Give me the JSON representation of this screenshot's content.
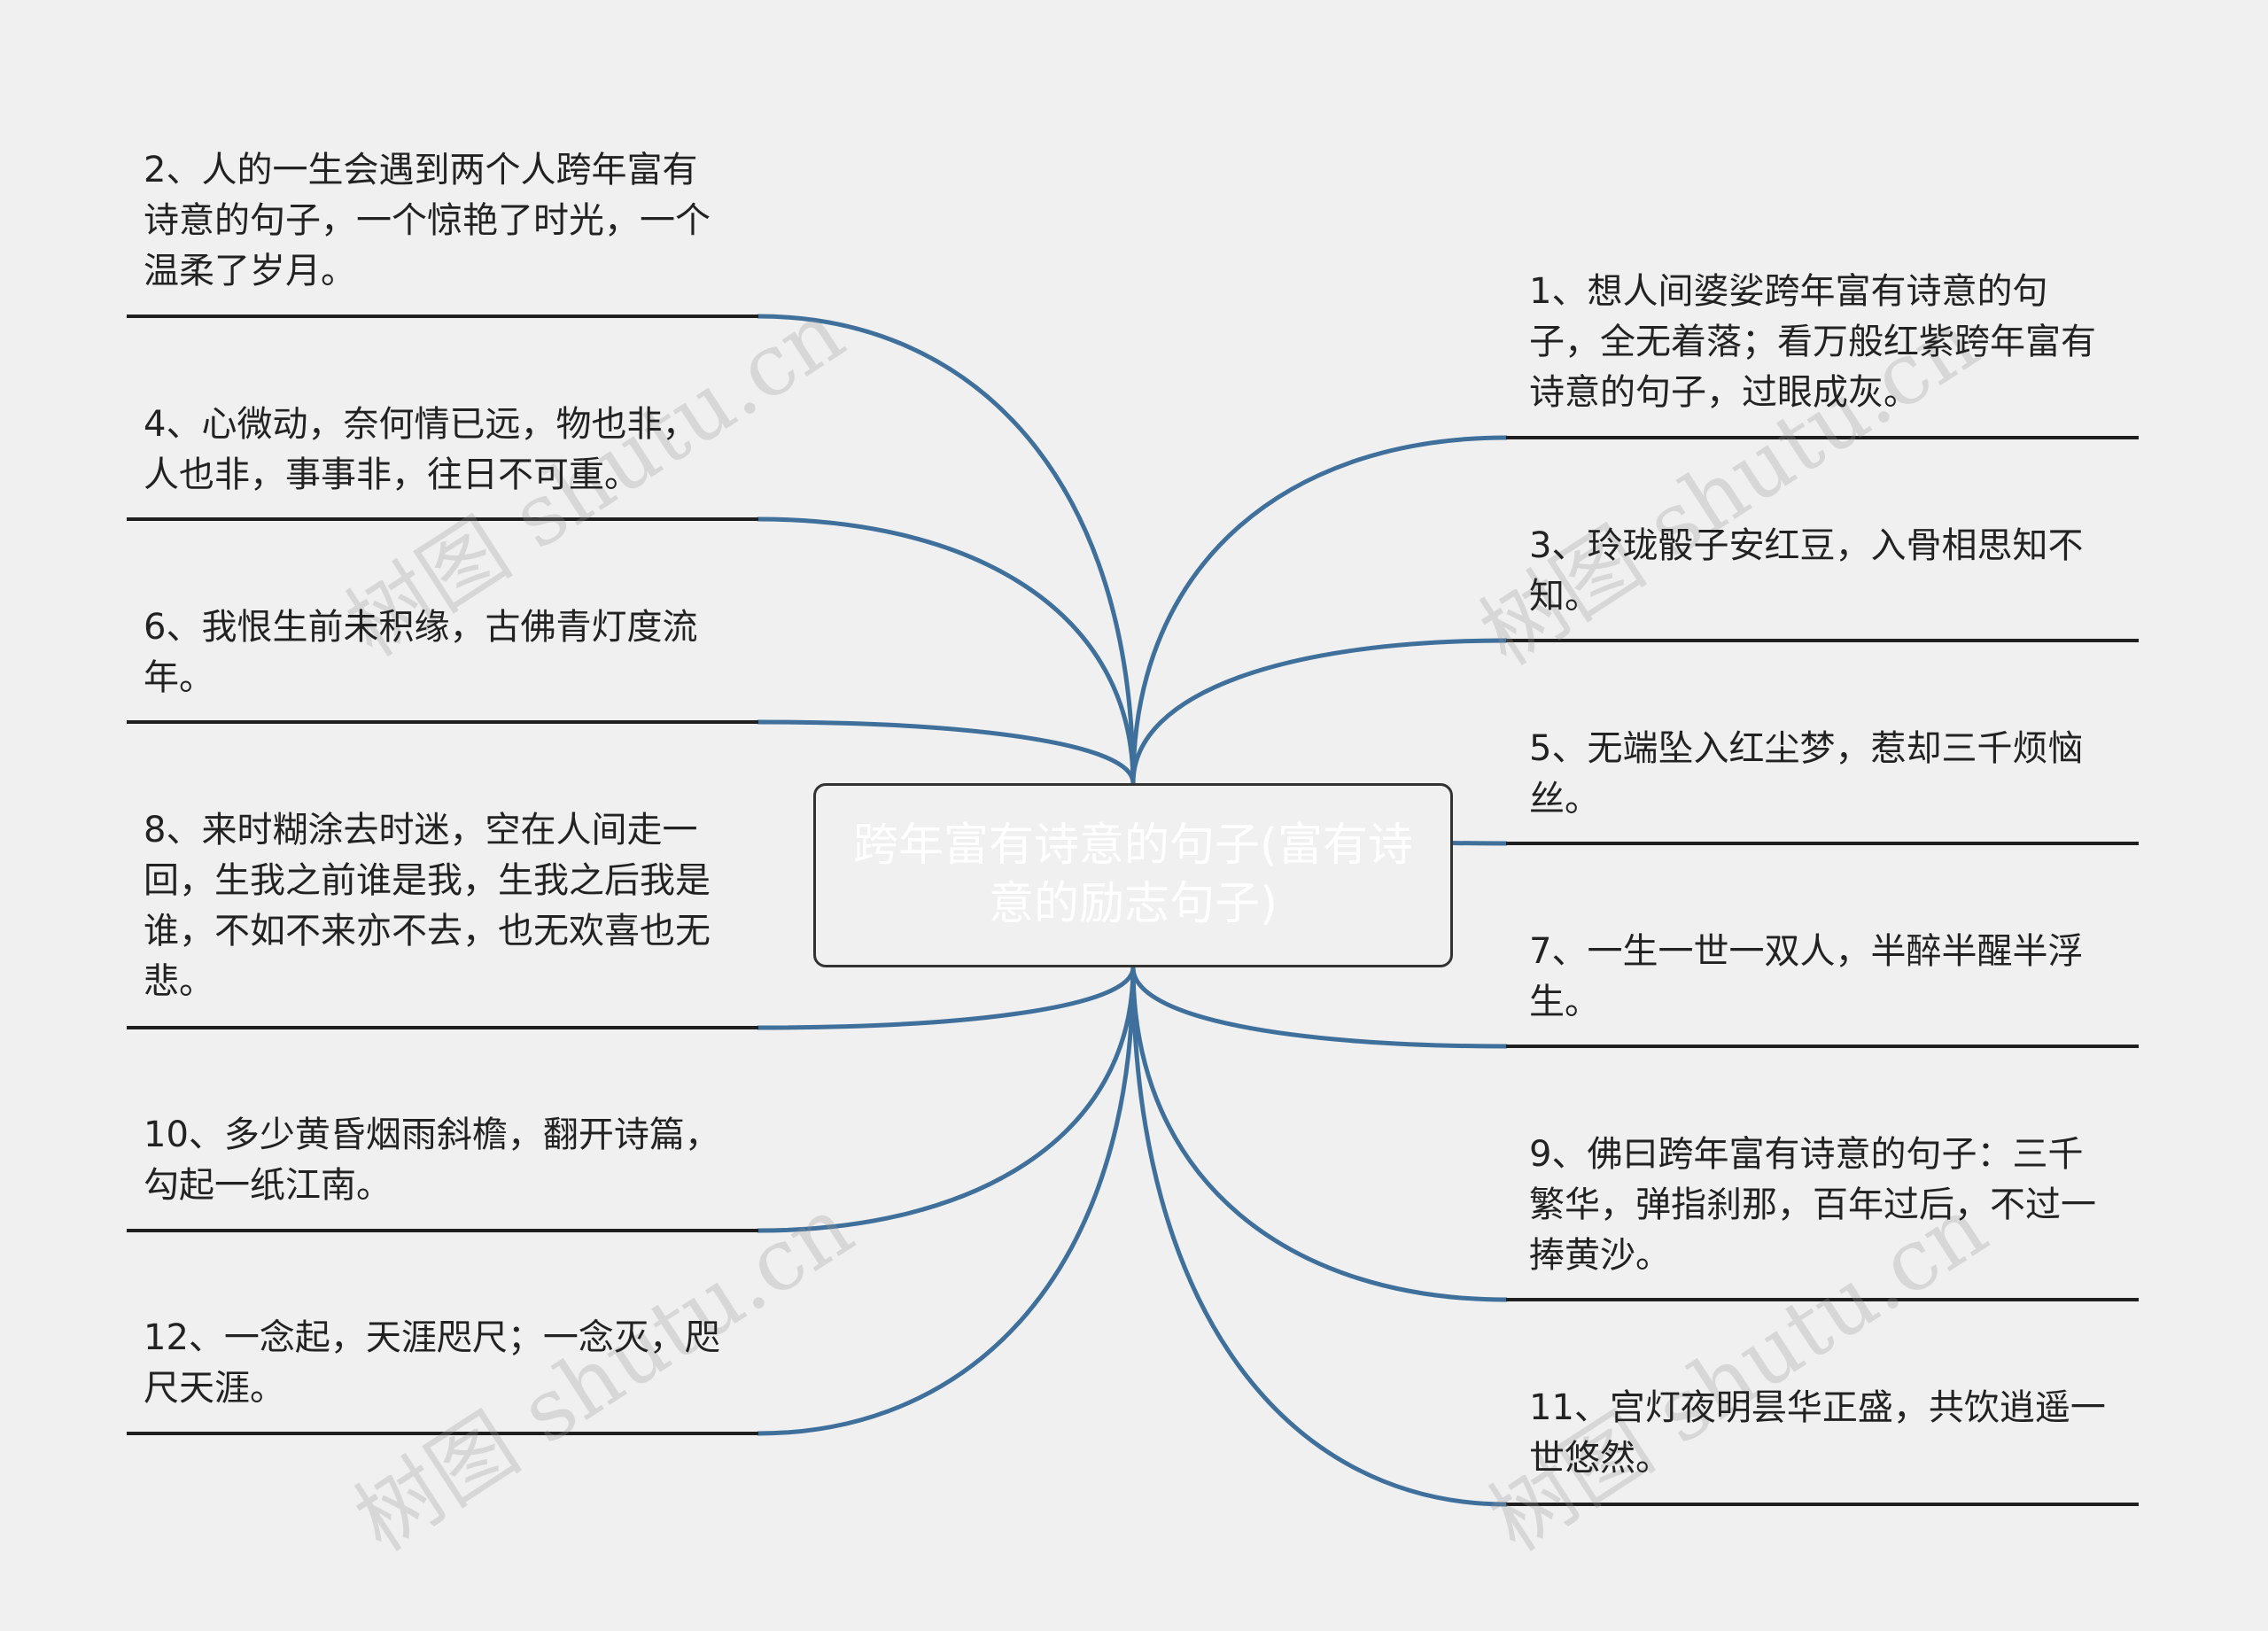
{
  "central": {
    "title": "跨年富有诗意的句子(富有诗意的励志句子)"
  },
  "left_items": [
    "2、人的一生会遇到两个人跨年富有诗意的句子，一个惊艳了时光，一个温柔了岁月。",
    "4、心微动，奈何情已远，物也非，人也非，事事非，往日不可重。",
    "6、我恨生前未积缘，古佛青灯度流年。",
    "8、来时糊涂去时迷，空在人间走一回，生我之前谁是我，生我之后我是谁，不如不来亦不去，也无欢喜也无悲。",
    "10、多少黄昏烟雨斜檐，翻开诗篇，勾起一纸江南。",
    "12、一念起，天涯咫尺；一念灭，咫尺天涯。"
  ],
  "right_items": [
    "1、想人间婆娑跨年富有诗意的句子，全无着落；看万般红紫跨年富有诗意的句子，过眼成灰。",
    "3、玲珑骰子安红豆，入骨相思知不知。",
    "5、无端坠入红尘梦，惹却三千烦恼丝。",
    "7、一生一世一双人，半醉半醒半浮生。",
    "9、佛曰跨年富有诗意的句子：三千繁华，弹指刹那，百年过后，不过一捧黄沙。",
    "11、宫灯夜明昙华正盛，共饮逍遥一世悠然。"
  ],
  "watermark": {
    "text": "树图 shutu.cn"
  },
  "colors": {
    "background": "#f0f0f0",
    "connector": "#3f6f9b",
    "central_text": "#ffffff",
    "central_border": "#333333",
    "leaf_text": "#222222"
  }
}
